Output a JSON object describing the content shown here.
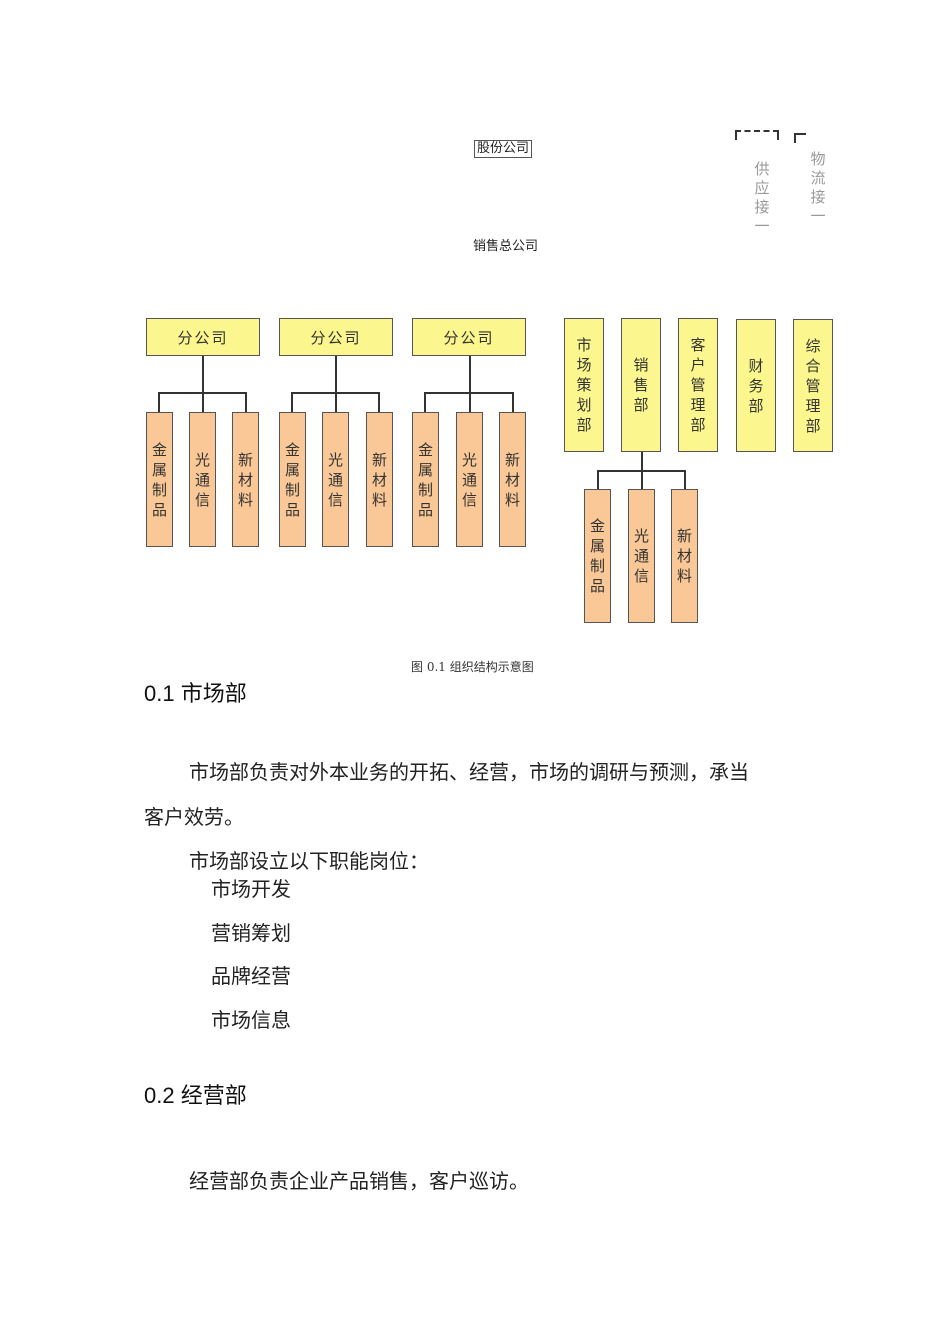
{
  "org_chart": {
    "top": {
      "holding": "股份公司",
      "sales_hq": "销售总公司"
    },
    "side_labels": [
      "供应接一",
      "物流接一"
    ],
    "branches": [
      {
        "label": "分公司",
        "children": [
          "金属制品",
          "光通信",
          "新材料"
        ]
      },
      {
        "label": "分公司",
        "children": [
          "金属制品",
          "光通信",
          "新材料"
        ]
      },
      {
        "label": "分公司",
        "children": [
          "金属制品",
          "光通信",
          "新材料"
        ]
      }
    ],
    "departments": [
      {
        "label": "市场策划部"
      },
      {
        "label": "销售部",
        "children": [
          "金属制品",
          "光通信",
          "新材料"
        ]
      },
      {
        "label": "客户管理部"
      },
      {
        "label": "财务部"
      },
      {
        "label": "综合管理部"
      }
    ],
    "colors": {
      "branch_fill": "#fbf68d",
      "product_fill": "#f9c896",
      "border": "#555555"
    },
    "caption": "图 0.1 组织结构示意图"
  },
  "section_1": {
    "heading_num": "0.1",
    "heading_text": "市场部",
    "para_line1": "市场部负责对外本业务的开拓、经营，市场的调研与预测，承当",
    "para_line2": "客户效劳。",
    "positions_intro": "市场部设立以下职能岗位：",
    "positions": [
      "市场开发",
      "营销筹划",
      "品牌经营",
      "市场信息"
    ]
  },
  "section_2": {
    "heading_num": "0.2",
    "heading_text": "经营部",
    "para_line1": "经营部负责企业产品销售，客户巡访。"
  }
}
